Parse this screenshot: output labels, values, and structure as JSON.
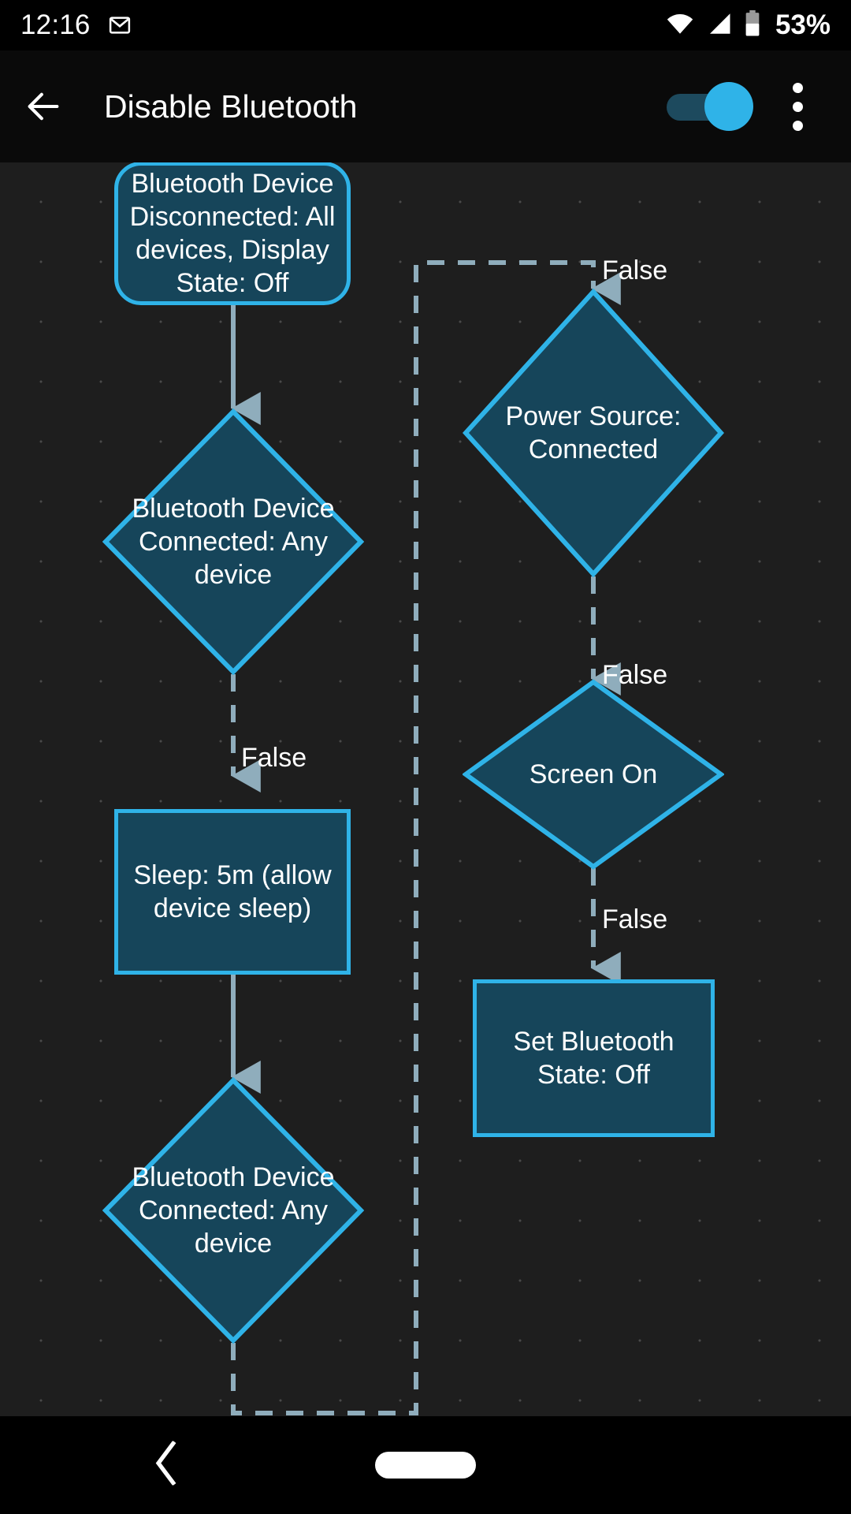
{
  "status_bar": {
    "time": "12:16",
    "notification_icon": "gmail-icon",
    "wifi_icon": "wifi-icon",
    "signal_icon": "cell-signal-icon",
    "battery_icon": "battery-icon",
    "battery_percent": "53%"
  },
  "app_bar": {
    "back_icon": "arrow-left-icon",
    "title": "Disable Bluetooth",
    "toggle": {
      "name": "enable-profile-toggle",
      "state": "on"
    },
    "overflow_icon": "overflow-menu-icon"
  },
  "colors": {
    "canvas_bg": "#1e1e1e",
    "node_fill": "#16455a",
    "node_border": "#2fb3e8",
    "connector_solid": "#8fadbc",
    "connector_dashed": "#8fadbc",
    "accent": "#2fb3e8",
    "text": "#ffffff"
  },
  "flowchart": {
    "title": "Disable Bluetooth",
    "nodes": [
      {
        "id": "n1",
        "type": "trigger",
        "shape": "rounded-rect",
        "label": "Bluetooth Device\nDisconnected: All\ndevices, Display\nState: Off"
      },
      {
        "id": "n2",
        "type": "condition",
        "shape": "diamond",
        "label": "Bluetooth Device\nConnected: Any\ndevice"
      },
      {
        "id": "n3",
        "type": "action",
        "shape": "rect",
        "label": "Sleep: 5m (allow\ndevice sleep)"
      },
      {
        "id": "n4",
        "type": "condition",
        "shape": "diamond",
        "label": "Bluetooth Device\nConnected: Any\ndevice"
      },
      {
        "id": "n5",
        "type": "condition",
        "shape": "diamond",
        "label": "Power Source:\nConnected"
      },
      {
        "id": "n6",
        "type": "condition",
        "shape": "diamond",
        "label": "Screen On"
      },
      {
        "id": "n7",
        "type": "action",
        "shape": "rect",
        "label": "Set Bluetooth\nState: Off"
      }
    ],
    "edges": [
      {
        "from": "n1",
        "to": "n2",
        "style": "solid",
        "label": ""
      },
      {
        "from": "n2",
        "to": "n3",
        "style": "dashed",
        "label": "False"
      },
      {
        "from": "n3",
        "to": "n4",
        "style": "solid",
        "label": ""
      },
      {
        "from": "n4",
        "to": "n5",
        "style": "dashed",
        "label": "False"
      },
      {
        "from": "n5",
        "to": "n6",
        "style": "dashed",
        "label": "False"
      },
      {
        "from": "n6",
        "to": "n7",
        "style": "dashed",
        "label": "False"
      }
    ],
    "edge_labels": {
      "e_n2_n3": "False",
      "e_n4_n5": "False",
      "e_n5_n6": "False",
      "e_n6_n7": "False"
    }
  },
  "nav_bar": {
    "back_icon": "nav-back-chevron-icon",
    "home_icon": "nav-home-pill-icon"
  }
}
